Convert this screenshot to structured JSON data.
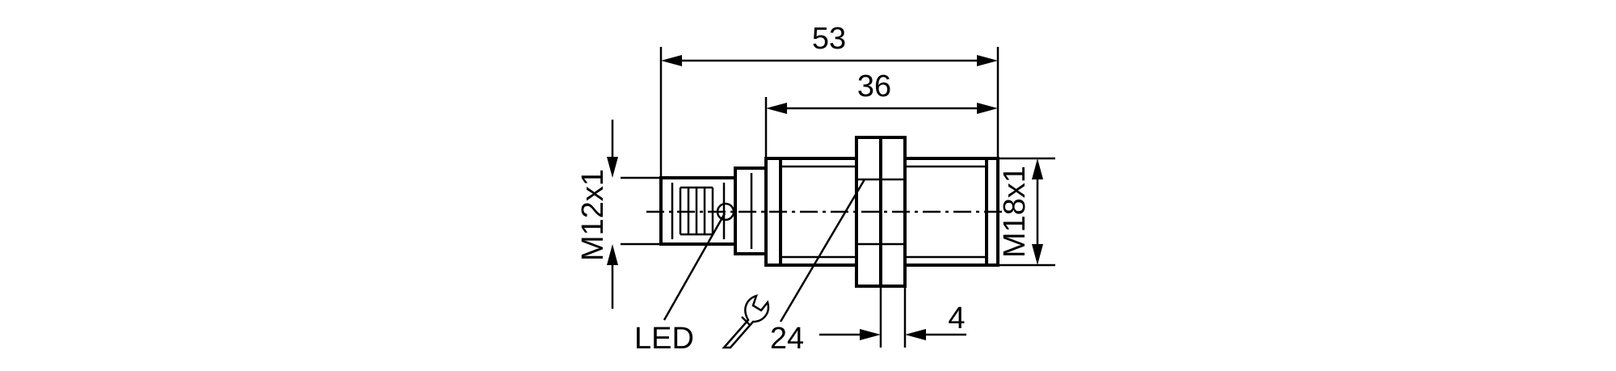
{
  "drawing": {
    "dimensions": {
      "overall_length": "53",
      "thread_length": "36",
      "connector_thread": "M12x1",
      "housing_thread": "M18x1",
      "nut_thickness": "4",
      "wrench_size": "24"
    },
    "labels": {
      "led": "LED"
    },
    "icons": {
      "wrench": "wrench-icon"
    }
  }
}
